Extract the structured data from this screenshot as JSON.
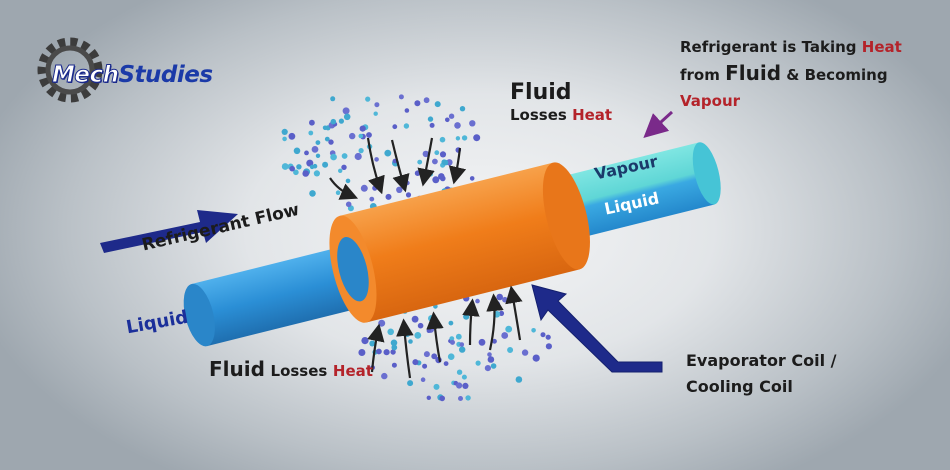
{
  "logo": {
    "word1": "Mech",
    "word2": "Studies"
  },
  "labels": {
    "refrigerant_flow": "Refrigerant Flow",
    "inlet_liquid": "Liquid",
    "outlet_vapour": "Vapour",
    "outlet_liquid": "Liquid",
    "top_fluid": "Fluid",
    "top_losses": "Losses",
    "top_heat": "Heat",
    "bottom_fluid": "Fluid",
    "bottom_losses": "Losses",
    "bottom_heat": "Heat",
    "callout_line1_a": "Refrigerant is Taking",
    "callout_line1_b": "Heat",
    "callout_line2_a": "from",
    "callout_line2_b": "Fluid",
    "callout_line2_c": "& Becoming",
    "callout_line3": "Vapour",
    "coil_line1": "Evaporator Coil /",
    "coil_line2": "Cooling Coil"
  },
  "colors": {
    "pipe_blue": "#2b8fd6",
    "coil_orange": "#f07d1a",
    "vapour_cyan": "#5fd6d6",
    "arrow_navy": "#1e2a8a",
    "callout_purple": "#7a2a8a",
    "heat_red": "#b4232a"
  }
}
